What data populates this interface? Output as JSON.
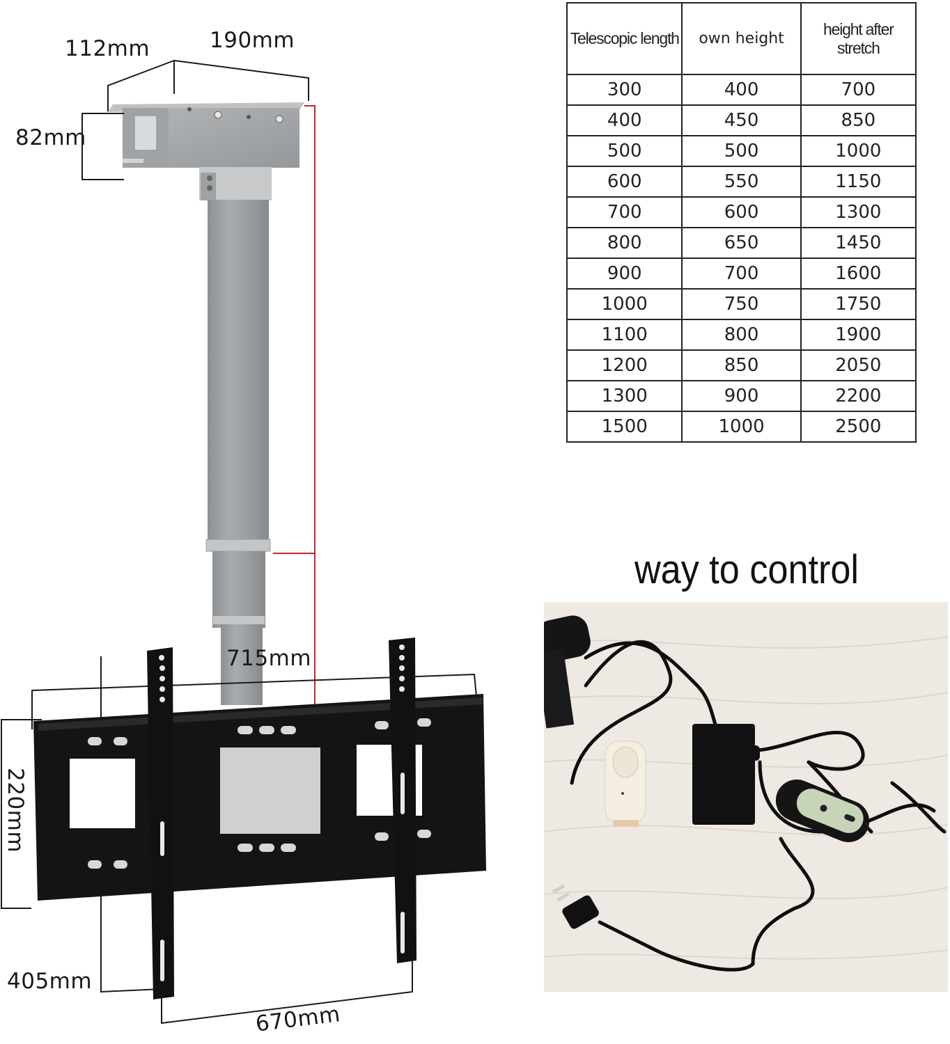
{
  "product_diagram": {
    "dimensions": {
      "box_depth": "112mm",
      "box_width": "190mm",
      "box_height": "82mm",
      "bracket_width": "715mm",
      "plate_height": "220mm",
      "rail_height": "405mm",
      "rail_spacing": "670mm"
    },
    "colors": {
      "pole": "#9a9d9f",
      "box": "#a7a9ab",
      "bracket": "#141414",
      "measure_line": "#c0262c"
    }
  },
  "spec_table": {
    "headers": [
      "Telescopic length",
      "own height",
      "height after stretch"
    ],
    "rows": [
      [
        "300",
        "400",
        "700"
      ],
      [
        "400",
        "450",
        "850"
      ],
      [
        "500",
        "500",
        "1000"
      ],
      [
        "600",
        "550",
        "1150"
      ],
      [
        "700",
        "600",
        "1300"
      ],
      [
        "800",
        "650",
        "1450"
      ],
      [
        "900",
        "700",
        "1600"
      ],
      [
        "1000",
        "750",
        "1750"
      ],
      [
        "1100",
        "800",
        "1900"
      ],
      [
        "1200",
        "850",
        "2050"
      ],
      [
        "1300",
        "900",
        "2200"
      ],
      [
        "1500",
        "1000",
        "2500"
      ]
    ]
  },
  "control_section": {
    "title": "way to control",
    "photo_items": [
      "motor-actuator",
      "power-adapter",
      "rf-remote",
      "wired-hand-controller",
      "ac-plug",
      "cables"
    ]
  }
}
